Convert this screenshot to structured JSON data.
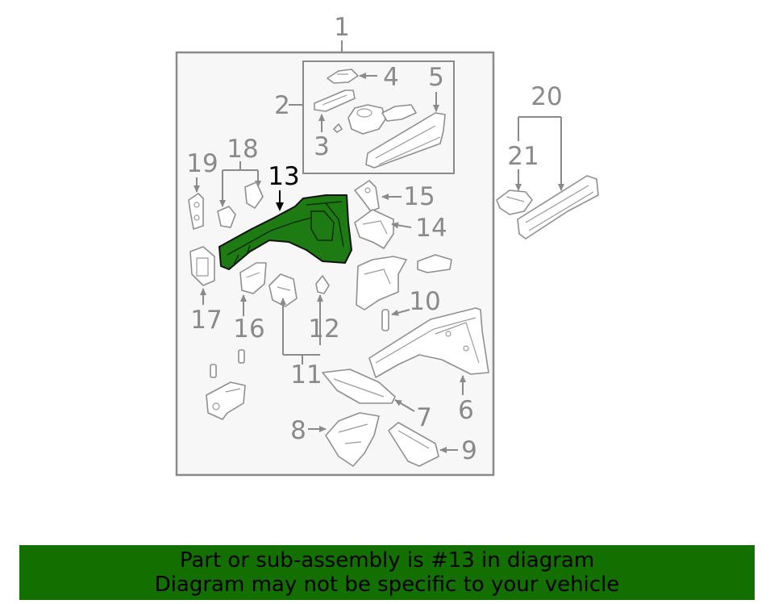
{
  "diagram": {
    "callouts": {
      "c1": "1",
      "c2": "2",
      "c3": "3",
      "c4": "4",
      "c5": "5",
      "c6": "6",
      "c7": "7",
      "c8": "8",
      "c9": "9",
      "c10": "10",
      "c11": "11",
      "c12": "12",
      "c13": "13",
      "c14": "14",
      "c15": "15",
      "c16": "16",
      "c17": "17",
      "c18": "18",
      "c19": "19",
      "c20": "20",
      "c21": "21"
    },
    "highlighted_part": "13",
    "colors": {
      "highlight_fill": "#1e7a12",
      "banner_bg": "#137000",
      "frame": "#8a8a8a",
      "panel_bg": "#f7f7f7"
    }
  },
  "banner": {
    "line1": "Part or sub-assembly is #13 in diagram",
    "line2": "Diagram may not be specific to your vehicle"
  }
}
